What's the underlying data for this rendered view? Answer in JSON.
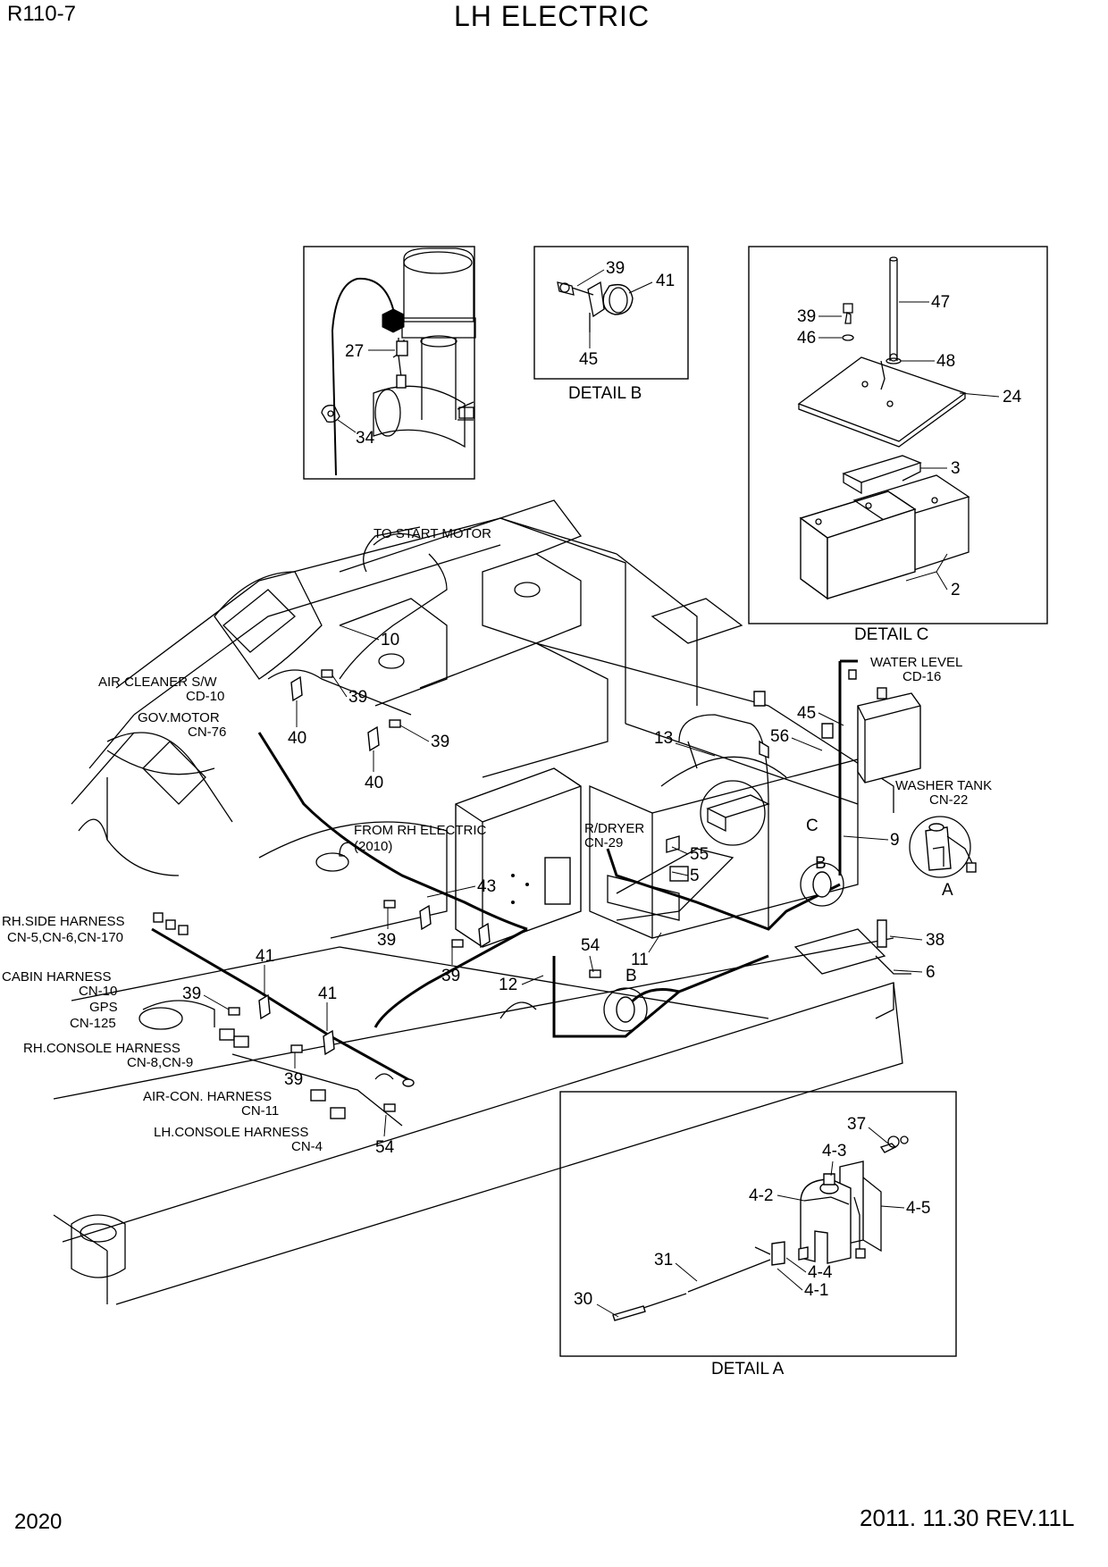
{
  "header": {
    "model": "R110-7",
    "title": "LH ELECTRIC"
  },
  "footer": {
    "page_number": "2020",
    "revision": "2011. 11.30 REV.11L"
  },
  "details": {
    "a": "DETAIL A",
    "b": "DETAIL B",
    "c": "DETAIL C"
  },
  "callouts": {
    "to_start_motor": "TO START MOTOR",
    "air_cleaner_sw": "AIR CLEANER S/W",
    "cd_10": "CD-10",
    "gov_motor": "GOV.MOTOR",
    "cn_76": "CN-76",
    "from_rh_electric": "FROM RH ELECTRIC",
    "code_2010": "(2010)",
    "r_dryer": "R/DRYER",
    "cn_29": "CN-29",
    "water_level": "WATER LEVEL",
    "cd_16": "CD-16",
    "washer_tank": "WASHER TANK",
    "cn_22": "CN-22",
    "rh_side_harness": "RH.SIDE HARNESS",
    "cn_5_6_170": "CN-5,CN-6,CN-170",
    "cabin_harness": "CABIN HARNESS",
    "cn_10": "CN-10",
    "gps": "GPS",
    "cn_125": "CN-125",
    "rh_console_harness": "RH.CONSOLE HARNESS",
    "cn_8_9": "CN-8,CN-9",
    "air_con_harness": "AIR-CON. HARNESS",
    "cn_11": "CN-11",
    "lh_console_harness": "LH.CONSOLE HARNESS",
    "cn_4": "CN-4",
    "marker_a": "A",
    "marker_b": "B",
    "marker_b2": "B",
    "marker_c": "C"
  },
  "part_numbers": {
    "p27": "27",
    "p34": "34",
    "pb39": "39",
    "pb41": "41",
    "pb45": "45",
    "pc47": "47",
    "pc39": "39",
    "pc46": "46",
    "pc48": "48",
    "pc24": "24",
    "pc3": "3",
    "pc2": "2",
    "m10": "10",
    "m39a": "39",
    "m40a": "40",
    "m39b": "39",
    "m40b": "40",
    "m13": "13",
    "m45": "45",
    "m56": "56",
    "m9": "9",
    "m55": "55",
    "m5": "5",
    "m43": "43",
    "m39c": "39",
    "m39d": "39",
    "m54a": "54",
    "m12": "12",
    "m11": "11",
    "m38": "38",
    "m6": "6",
    "m41a": "41",
    "m41b": "41",
    "m39e": "39",
    "m39f": "39",
    "m54b": "54",
    "pa37": "37",
    "pa43": "4-3",
    "pa42": "4-2",
    "pa45": "4-5",
    "pa31": "31",
    "pa44": "4-4",
    "pa41": "4-1",
    "pa30": "30"
  }
}
